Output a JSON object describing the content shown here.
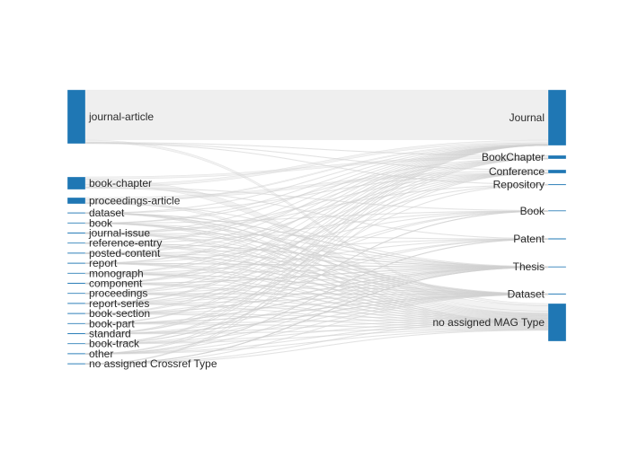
{
  "chart_data": {
    "type": "sankey",
    "node_color": "#1f77b4",
    "link_color": "#d9d9d9",
    "sources": [
      {
        "id": "journal-article",
        "label": "journal-article",
        "value": 30
      },
      {
        "id": "book-chapter",
        "label": "book-chapter",
        "value": 7
      },
      {
        "id": "proceedings-article",
        "label": "proceedings-article",
        "value": 3.5
      },
      {
        "id": "dataset",
        "label": "dataset",
        "value": 0.6
      },
      {
        "id": "book",
        "label": "book",
        "value": 0.6
      },
      {
        "id": "journal-issue",
        "label": "journal-issue",
        "value": 0.5
      },
      {
        "id": "reference-entry",
        "label": "reference-entry",
        "value": 0.5
      },
      {
        "id": "posted-content",
        "label": "posted-content",
        "value": 0.5
      },
      {
        "id": "report",
        "label": "report",
        "value": 0.5
      },
      {
        "id": "monograph",
        "label": "monograph",
        "value": 0.5
      },
      {
        "id": "component",
        "label": "component",
        "value": 0.5
      },
      {
        "id": "proceedings",
        "label": "proceedings",
        "value": 0.5
      },
      {
        "id": "report-series",
        "label": "report-series",
        "value": 0.5
      },
      {
        "id": "book-section",
        "label": "book-section",
        "value": 0.5
      },
      {
        "id": "book-part",
        "label": "book-part",
        "value": 0.5
      },
      {
        "id": "standard",
        "label": "standard",
        "value": 0.5
      },
      {
        "id": "book-track",
        "label": "book-track",
        "value": 0.5
      },
      {
        "id": "other",
        "label": "other",
        "value": 0.5
      },
      {
        "id": "no-crossref",
        "label": "no assigned Crossref Type",
        "value": 0.5
      }
    ],
    "targets": [
      {
        "id": "Journal",
        "label": "Journal",
        "value": 31
      },
      {
        "id": "BookChapter",
        "label": "BookChapter",
        "value": 2
      },
      {
        "id": "Conference",
        "label": "Conference",
        "value": 2
      },
      {
        "id": "Repository",
        "label": "Repository",
        "value": 0.6
      },
      {
        "id": "Book",
        "label": "Book",
        "value": 0.6
      },
      {
        "id": "Patent",
        "label": "Patent",
        "value": 0.6
      },
      {
        "id": "Thesis",
        "label": "Thesis",
        "value": 0.6
      },
      {
        "id": "Dataset",
        "label": "Dataset",
        "value": 0.6
      },
      {
        "id": "no-mag",
        "label": "no assigned MAG Type",
        "value": 21
      }
    ]
  }
}
